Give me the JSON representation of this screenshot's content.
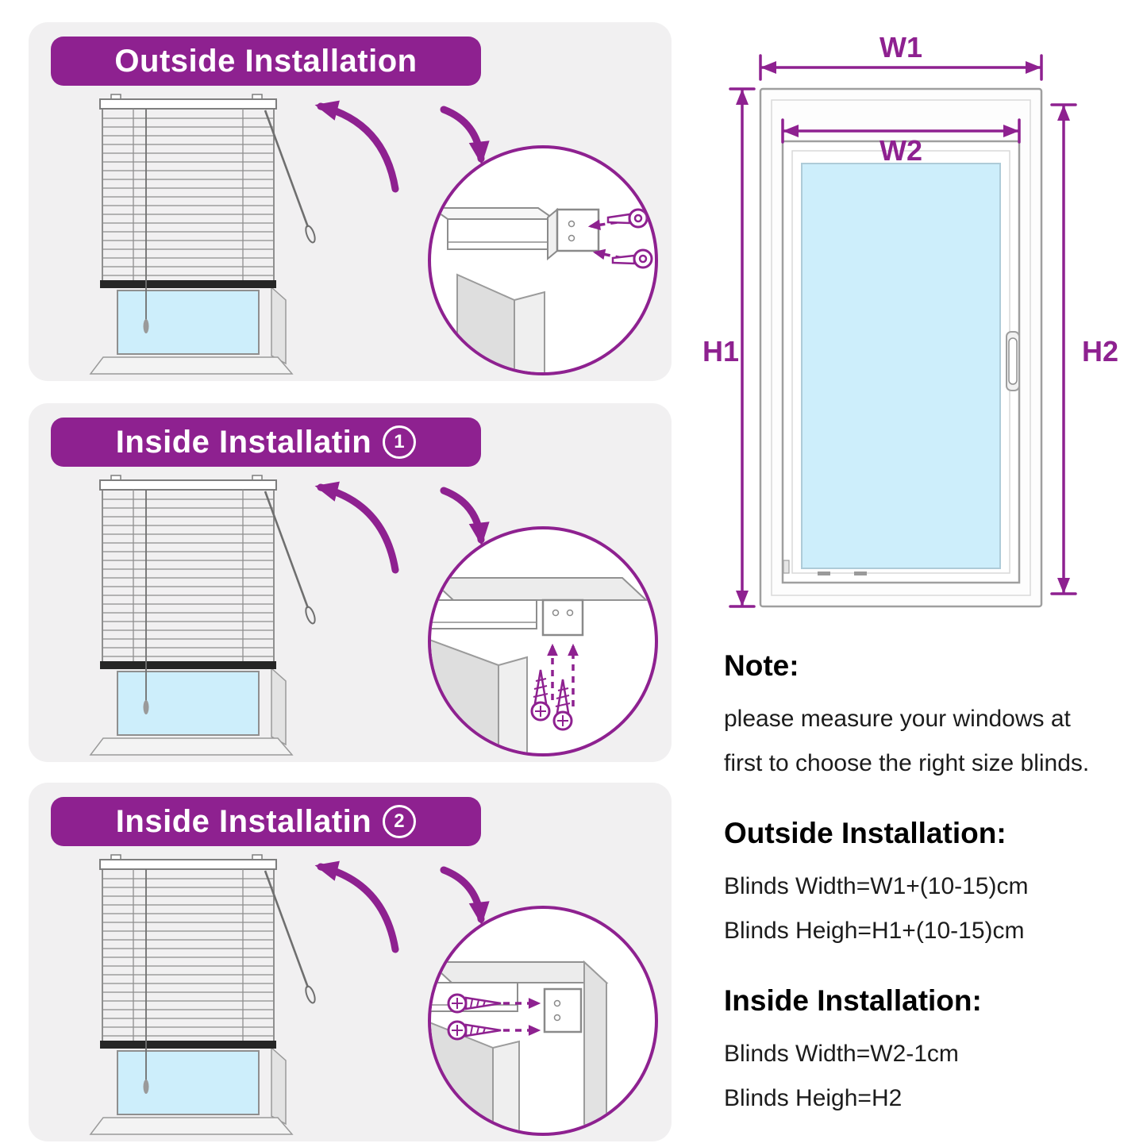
{
  "colors": {
    "accent": "#8e2190",
    "panel_bg": "#f1f0f1",
    "glass": "#cdeefb"
  },
  "panels": [
    {
      "title": "Outside Installation",
      "badge": ""
    },
    {
      "title": "Inside Installatin",
      "badge": "1"
    },
    {
      "title": "Inside Installatin",
      "badge": "2"
    }
  ],
  "diagram": {
    "w1": "W1",
    "w2": "W2",
    "h1": "H1",
    "h2": "H2"
  },
  "note": {
    "heading": "Note:",
    "line1": "please measure your windows at",
    "line2": "first to choose the right size blinds."
  },
  "outside_installation": {
    "heading": "Outside Installation:",
    "width_formula": "Blinds Width=W1+(10-15)cm",
    "height_formula": "Blinds Heigh=H1+(10-15)cm"
  },
  "inside_installation": {
    "heading": "Inside Installation:",
    "width_formula": "Blinds Width=W2-1cm",
    "height_formula": "Blinds Heigh=H2"
  }
}
